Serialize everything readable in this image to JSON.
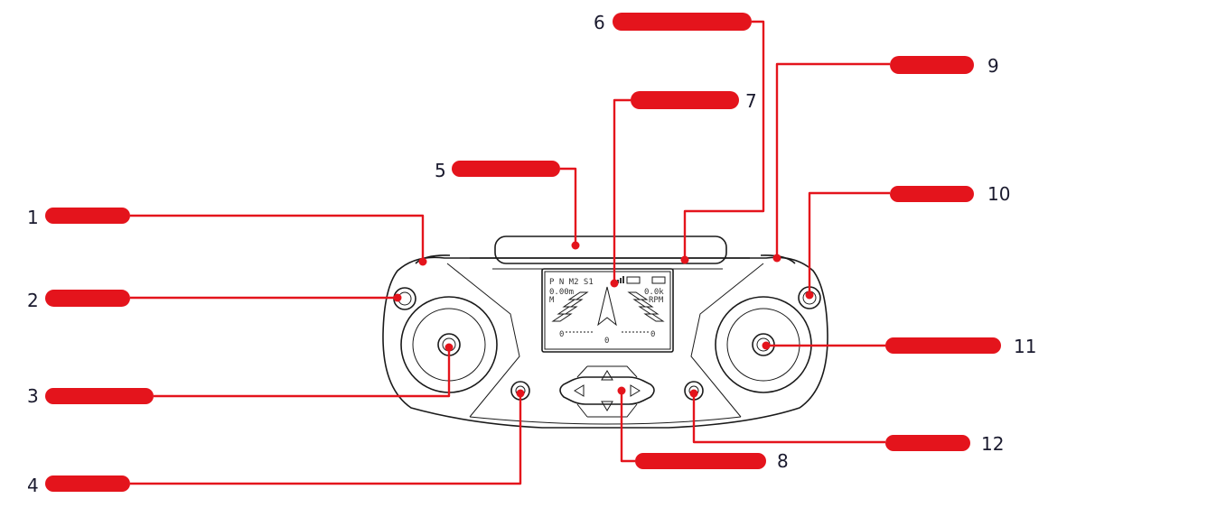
{
  "accent_color": "#e4141c",
  "callouts": [
    "1",
    "2",
    "3",
    "4",
    "5",
    "6",
    "7",
    "8",
    "9",
    "10",
    "11",
    "12"
  ],
  "screen": {
    "mode_line": "P N M2 S1",
    "left_value": "0.00m",
    "left_unit": "M",
    "right_value": "0.0k",
    "right_unit": "RPM",
    "zero_left": "0",
    "zero_center": "0",
    "zero_right": "0"
  }
}
